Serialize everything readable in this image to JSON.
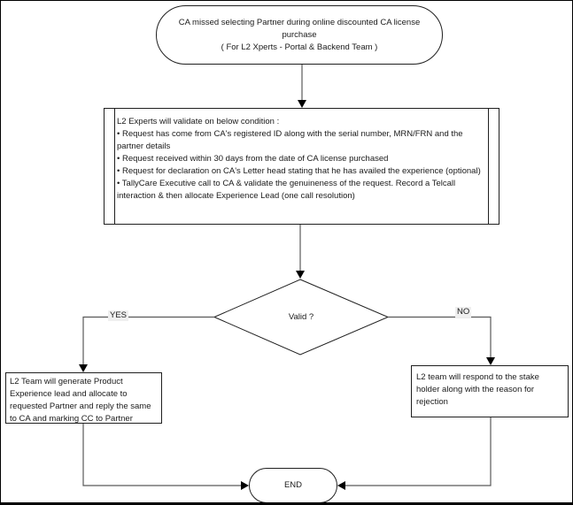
{
  "diagram": {
    "start": {
      "line1": "CA missed selecting Partner during online discounted CA license purchase",
      "line2": "( For L2 Xperts  - Portal & Backend Team )"
    },
    "validation": {
      "title": "L2 Experts will validate on below condition :",
      "bullets": [
        "Request has come from CA's registered ID along with the serial number, MRN/FRN and the partner details",
        "Request received within 30 days from the date of CA license purchased",
        "Request for declaration on CA's Letter head stating that he has availed the experience (optional)",
        "TallyCare Executive call to CA & validate the genuineness of the request. Record a Telcall interaction & then allocate Experience Lead (one call resolution)"
      ]
    },
    "decision": {
      "question": "Valid ?",
      "yes_label": "YES",
      "no_label": "NO"
    },
    "approve_box": {
      "text": "L2 Team will generate Product Experience lead and allocate to requested Partner and reply the same to CA and marking CC  to Partner"
    },
    "reject_box": {
      "text": "L2 team will respond to the stake holder along with the reason for rejection"
    },
    "end": {
      "text": "END"
    },
    "colors": {
      "shape_border": "#1f1f1f",
      "connector": "#595959",
      "arrowhead": "#000000",
      "background": "#ffffff"
    }
  }
}
